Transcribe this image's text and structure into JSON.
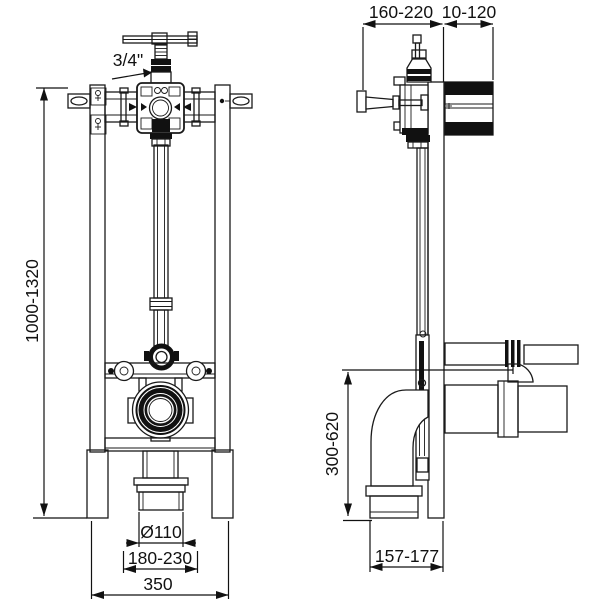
{
  "figure": {
    "type": "installation-frame-technical-drawing",
    "views": {
      "front": {
        "labels": {
          "supply_connection": "3/4\""
        },
        "dimensions": {
          "frame_height": "1000-1320",
          "outlet_diameter": "Ø110",
          "outlet_depth_range": "180-230",
          "frame_width": "350"
        }
      },
      "side": {
        "dimensions": {
          "frame_depth": "160-220",
          "wall_offset": "10-120",
          "outlet_height_range": "300-620",
          "outlet_floor_offset": "157-177"
        }
      }
    }
  }
}
